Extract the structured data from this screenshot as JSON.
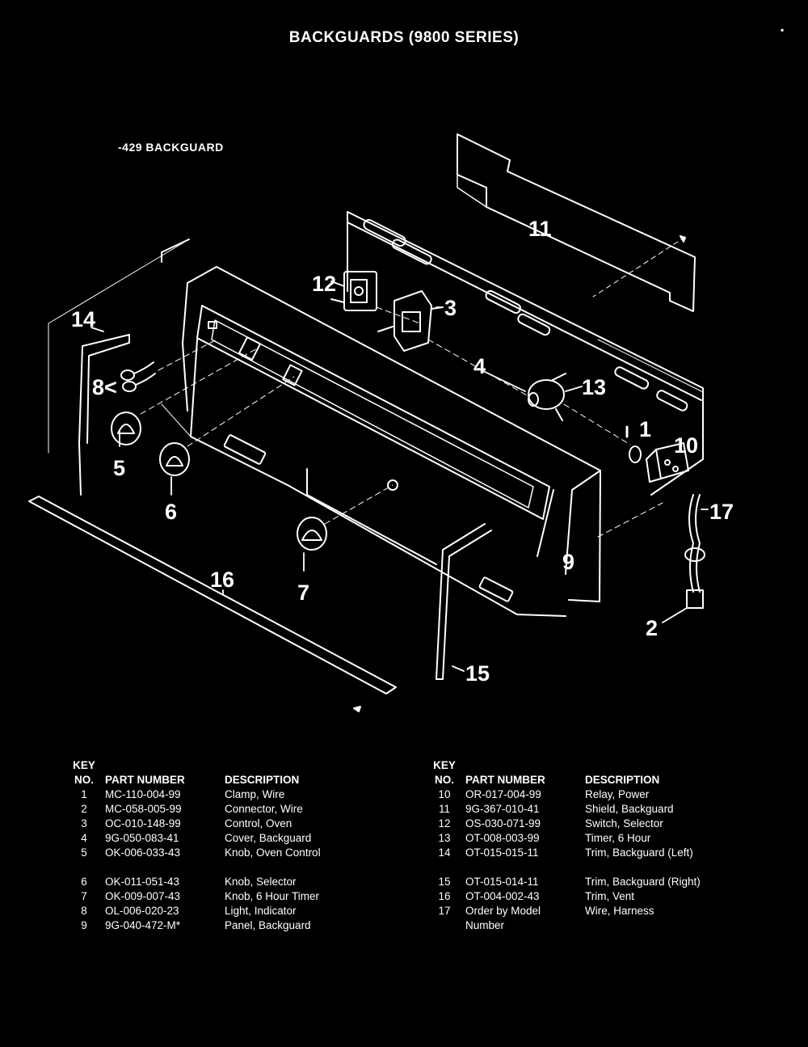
{
  "title": "BACKGUARDS (9800 SERIES)",
  "subtitle": "-429 BACKGUARD",
  "colors": {
    "background": "#000000",
    "ink": "#ffffff"
  },
  "callouts": [
    "1",
    "2",
    "3",
    "4",
    "5",
    "6",
    "7",
    "8",
    "9",
    "10",
    "11",
    "12",
    "13",
    "14",
    "15",
    "16",
    "17"
  ],
  "callout_8_arrow": "8<",
  "table": {
    "headers": {
      "key_line1": "KEY",
      "key_line2": "NO.",
      "part_number": "PART NUMBER",
      "description": "DESCRIPTION"
    },
    "left_rows": [
      {
        "key": "1",
        "part": "MC-110-004-99",
        "desc": "Clamp, Wire"
      },
      {
        "key": "2",
        "part": "MC-058-005-99",
        "desc": "Connector, Wire"
      },
      {
        "key": "3",
        "part": "OC-010-148-99",
        "desc": "Control, Oven"
      },
      {
        "key": "4",
        "part": "9G-050-083-41",
        "desc": "Cover, Backguard"
      },
      {
        "key": "5",
        "part": "OK-006-033-43",
        "desc": "Knob, Oven Control"
      },
      {
        "key": "6",
        "part": "OK-011-051-43",
        "desc": "Knob, Selector"
      },
      {
        "key": "7",
        "part": "OK-009-007-43",
        "desc": "Knob, 6 Hour Timer"
      },
      {
        "key": "8",
        "part": "OL-006-020-23",
        "desc": "Light, Indicator"
      },
      {
        "key": "9",
        "part": "9G-040-472-M*",
        "desc": "Panel, Backguard"
      }
    ],
    "right_rows": [
      {
        "key": "10",
        "part": "OR-017-004-99",
        "desc": "Relay, Power"
      },
      {
        "key": "11",
        "part": "9G-367-010-41",
        "desc": "Shield, Backguard"
      },
      {
        "key": "12",
        "part": "OS-030-071-99",
        "desc": "Switch, Selector"
      },
      {
        "key": "13",
        "part": "OT-008-003-99",
        "desc": "Timer, 6 Hour"
      },
      {
        "key": "14",
        "part": "OT-015-015-11",
        "desc": "Trim, Backguard (Left)"
      },
      {
        "key": "15",
        "part": "OT-015-014-11",
        "desc": "Trim, Backguard (Right)"
      },
      {
        "key": "16",
        "part": "OT-004-002-43",
        "desc": "Trim, Vent"
      },
      {
        "key": "17",
        "part": "Order by Model",
        "part_line2": "Number",
        "desc": "Wire, Harness"
      }
    ]
  }
}
